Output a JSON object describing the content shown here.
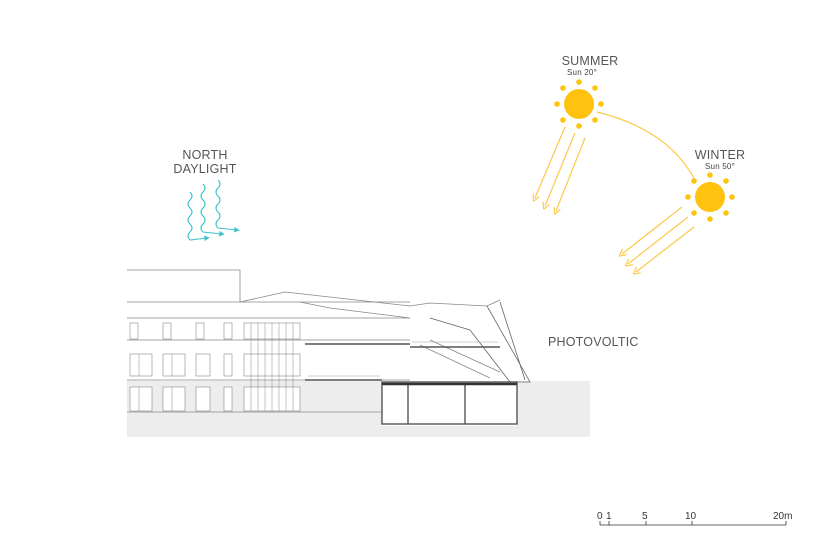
{
  "diagram": {
    "type": "architectural-section-sun-study",
    "labels": {
      "north_daylight": [
        "NORTH",
        "DAYLIGHT"
      ],
      "summer": {
        "title": "SUMMER",
        "subtitle": "Sun 20°"
      },
      "winter": {
        "title": "WINTER",
        "subtitle": "Sun 50°"
      },
      "photovoltic": "PHOTOVOLTIC"
    },
    "colors": {
      "sun": "#FFC20E",
      "sun_rays": "#FDC84A",
      "daylight_arrows": "#3FC3C9",
      "linework": "#888888",
      "ground": "#EDEDED"
    },
    "scale_bar": {
      "ticks": [
        "0",
        "1",
        "5",
        "10",
        "20m"
      ]
    }
  }
}
